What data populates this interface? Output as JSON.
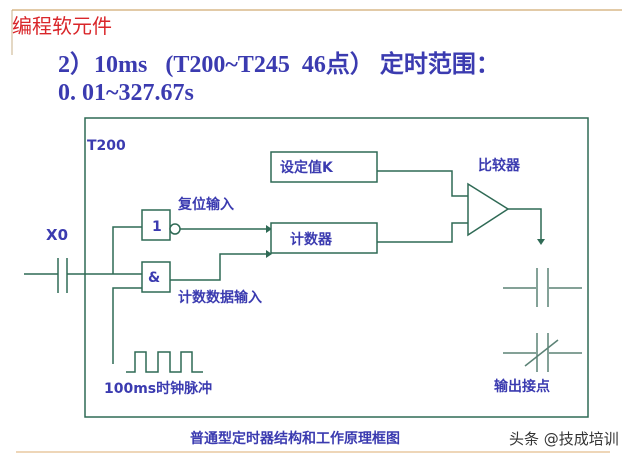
{
  "slide": {
    "title": "编程软元件",
    "heading_line1": "2）10ms   (T200~T245  46点） 定时范围：",
    "heading_line2": "0. 01~327.67s"
  },
  "diagram": {
    "timer_label": "T200",
    "input_label": "X0",
    "not_gate_symbol": "1",
    "and_gate_symbol": "&",
    "reset_input_label": "复位输入",
    "count_data_input_label": "计数数据输入",
    "clock_pulse_label": "100ms时钟脉冲",
    "preset_box_label": "设定值K",
    "counter_box_label": "计数器",
    "comparator_label": "比较器",
    "output_contacts_label": "输出接点",
    "caption": "普通型定时器结构和工作原理框图"
  },
  "colors": {
    "title_red": "#d9262a",
    "text_blue": "#3b3bb0",
    "line_green": "#2f6a55",
    "rule_tan": "#d9b98a"
  },
  "watermark": "头条 @技成培训"
}
